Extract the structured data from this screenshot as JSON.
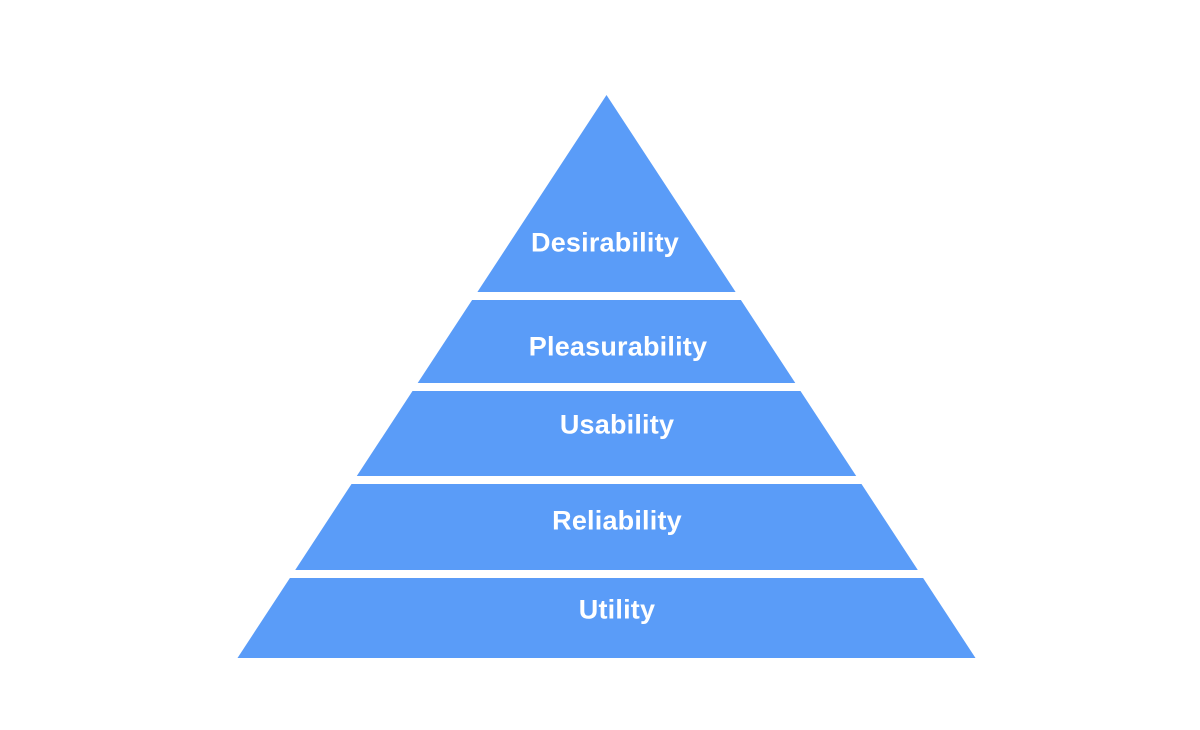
{
  "diagram": {
    "type": "pyramid",
    "levels": [
      {
        "label": "Desirability"
      },
      {
        "label": "Pleasurability"
      },
      {
        "label": "Usability"
      },
      {
        "label": "Reliability"
      },
      {
        "label": "Utility"
      }
    ],
    "colors": {
      "level_fill": "#5a9cf8",
      "label_text": "#ffffff",
      "background": "#ffffff",
      "divider": "#ffffff"
    }
  }
}
